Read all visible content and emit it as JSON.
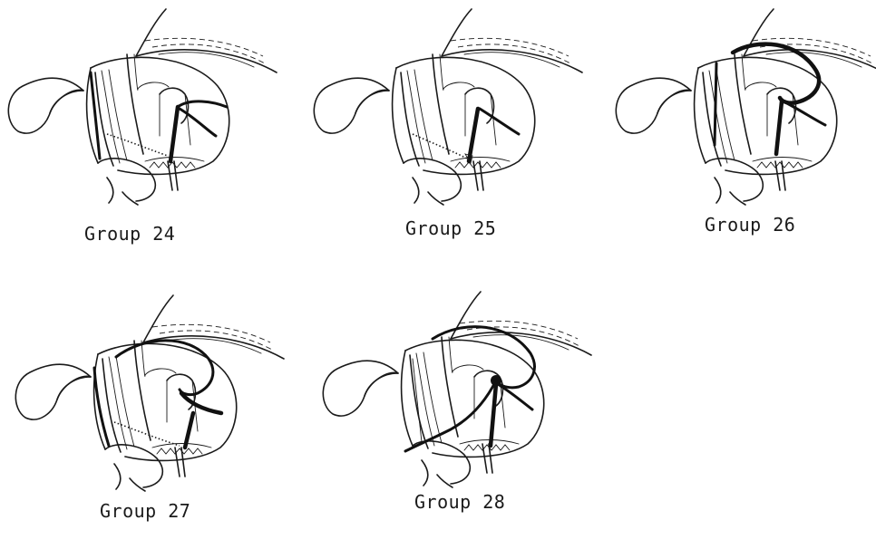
{
  "figure": {
    "panels": [
      {
        "id": "g24",
        "caption": "Group 24",
        "variant": "24"
      },
      {
        "id": "g25",
        "caption": "Group 25",
        "variant": "25"
      },
      {
        "id": "g26",
        "caption": "Group 26",
        "variant": "26"
      },
      {
        "id": "g27",
        "caption": "Group 27",
        "variant": "27"
      },
      {
        "id": "g28",
        "caption": "Group 28",
        "variant": "28"
      }
    ]
  }
}
